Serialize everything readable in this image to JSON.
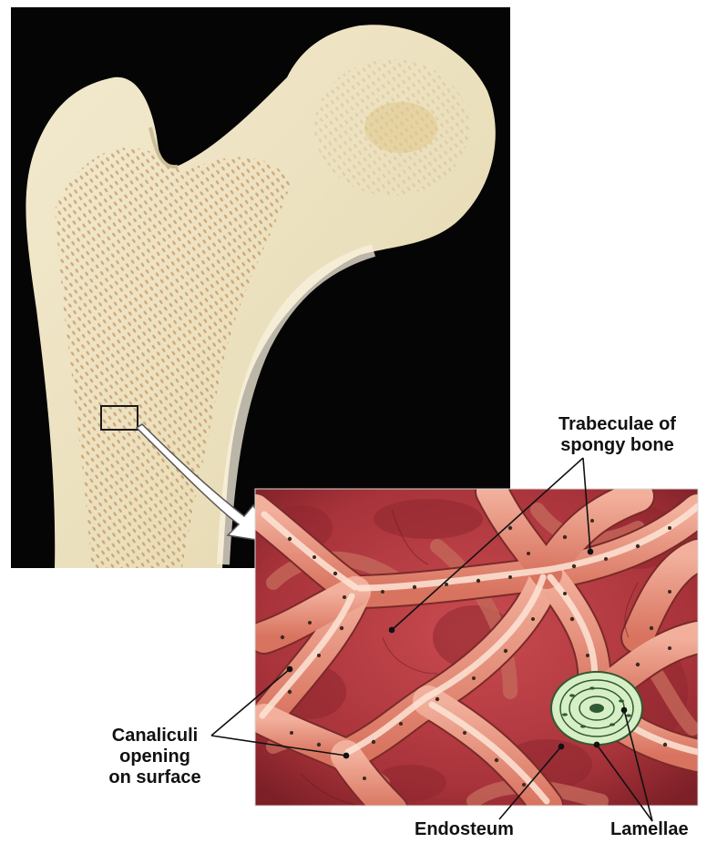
{
  "labels": {
    "trabeculae_line1": "Trabeculae of",
    "trabeculae_line2": "spongy bone",
    "canaliculi_line1": "Canaliculi",
    "canaliculi_line2": "opening",
    "canaliculi_line3": "on surface",
    "endosteum": "Endosteum",
    "lamellae": "Lamellae"
  },
  "colors": {
    "photo_background": "#050505",
    "bone": "#f1e7c8",
    "spongy_pattern": "#b9773a",
    "trabecula": "#e28c78",
    "trabecula_highlight": "#fde5d6",
    "cavity": "#a8333a",
    "osteon_fill": "#d7efc5",
    "osteon_ring": "#2f5a35"
  }
}
